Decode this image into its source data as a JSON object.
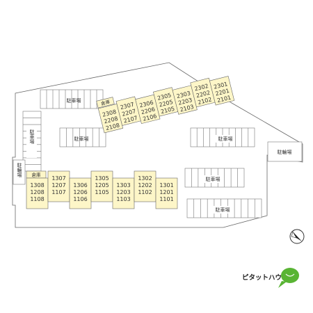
{
  "labels": {
    "parking": "駐車場",
    "bicycle": "駐輪場",
    "storage": "倉庫",
    "logo": "ピタットハウス"
  },
  "colors": {
    "building_fill": "#fdf6c8",
    "line": "#777777",
    "logo_green": "#59b434"
  },
  "building2_units": [
    [
      "2308",
      "2208",
      "2108"
    ],
    [
      "2307",
      "2207",
      "2107"
    ],
    [
      "2306",
      "2206",
      "2106"
    ],
    [
      "2305",
      "2205",
      "2105"
    ],
    [
      "2303",
      "2203",
      "2103"
    ],
    [
      "2302",
      "2202",
      "2102"
    ],
    [
      "2301",
      "2201",
      "2101"
    ]
  ],
  "building1_units": [
    [
      "1308",
      "1208",
      "1108"
    ],
    [
      "1307",
      "1207",
      "1107"
    ],
    [
      "1306",
      "1206",
      "1106"
    ],
    [
      "1305",
      "1205",
      "1105"
    ],
    [
      "1303",
      "1203",
      "1103"
    ],
    [
      "1302",
      "1202",
      "1102"
    ],
    [
      "1301",
      "1201",
      "1101"
    ]
  ],
  "icons": {
    "compass": "north-arrow-icon",
    "logo_mark": "speech-bubble-icon"
  }
}
